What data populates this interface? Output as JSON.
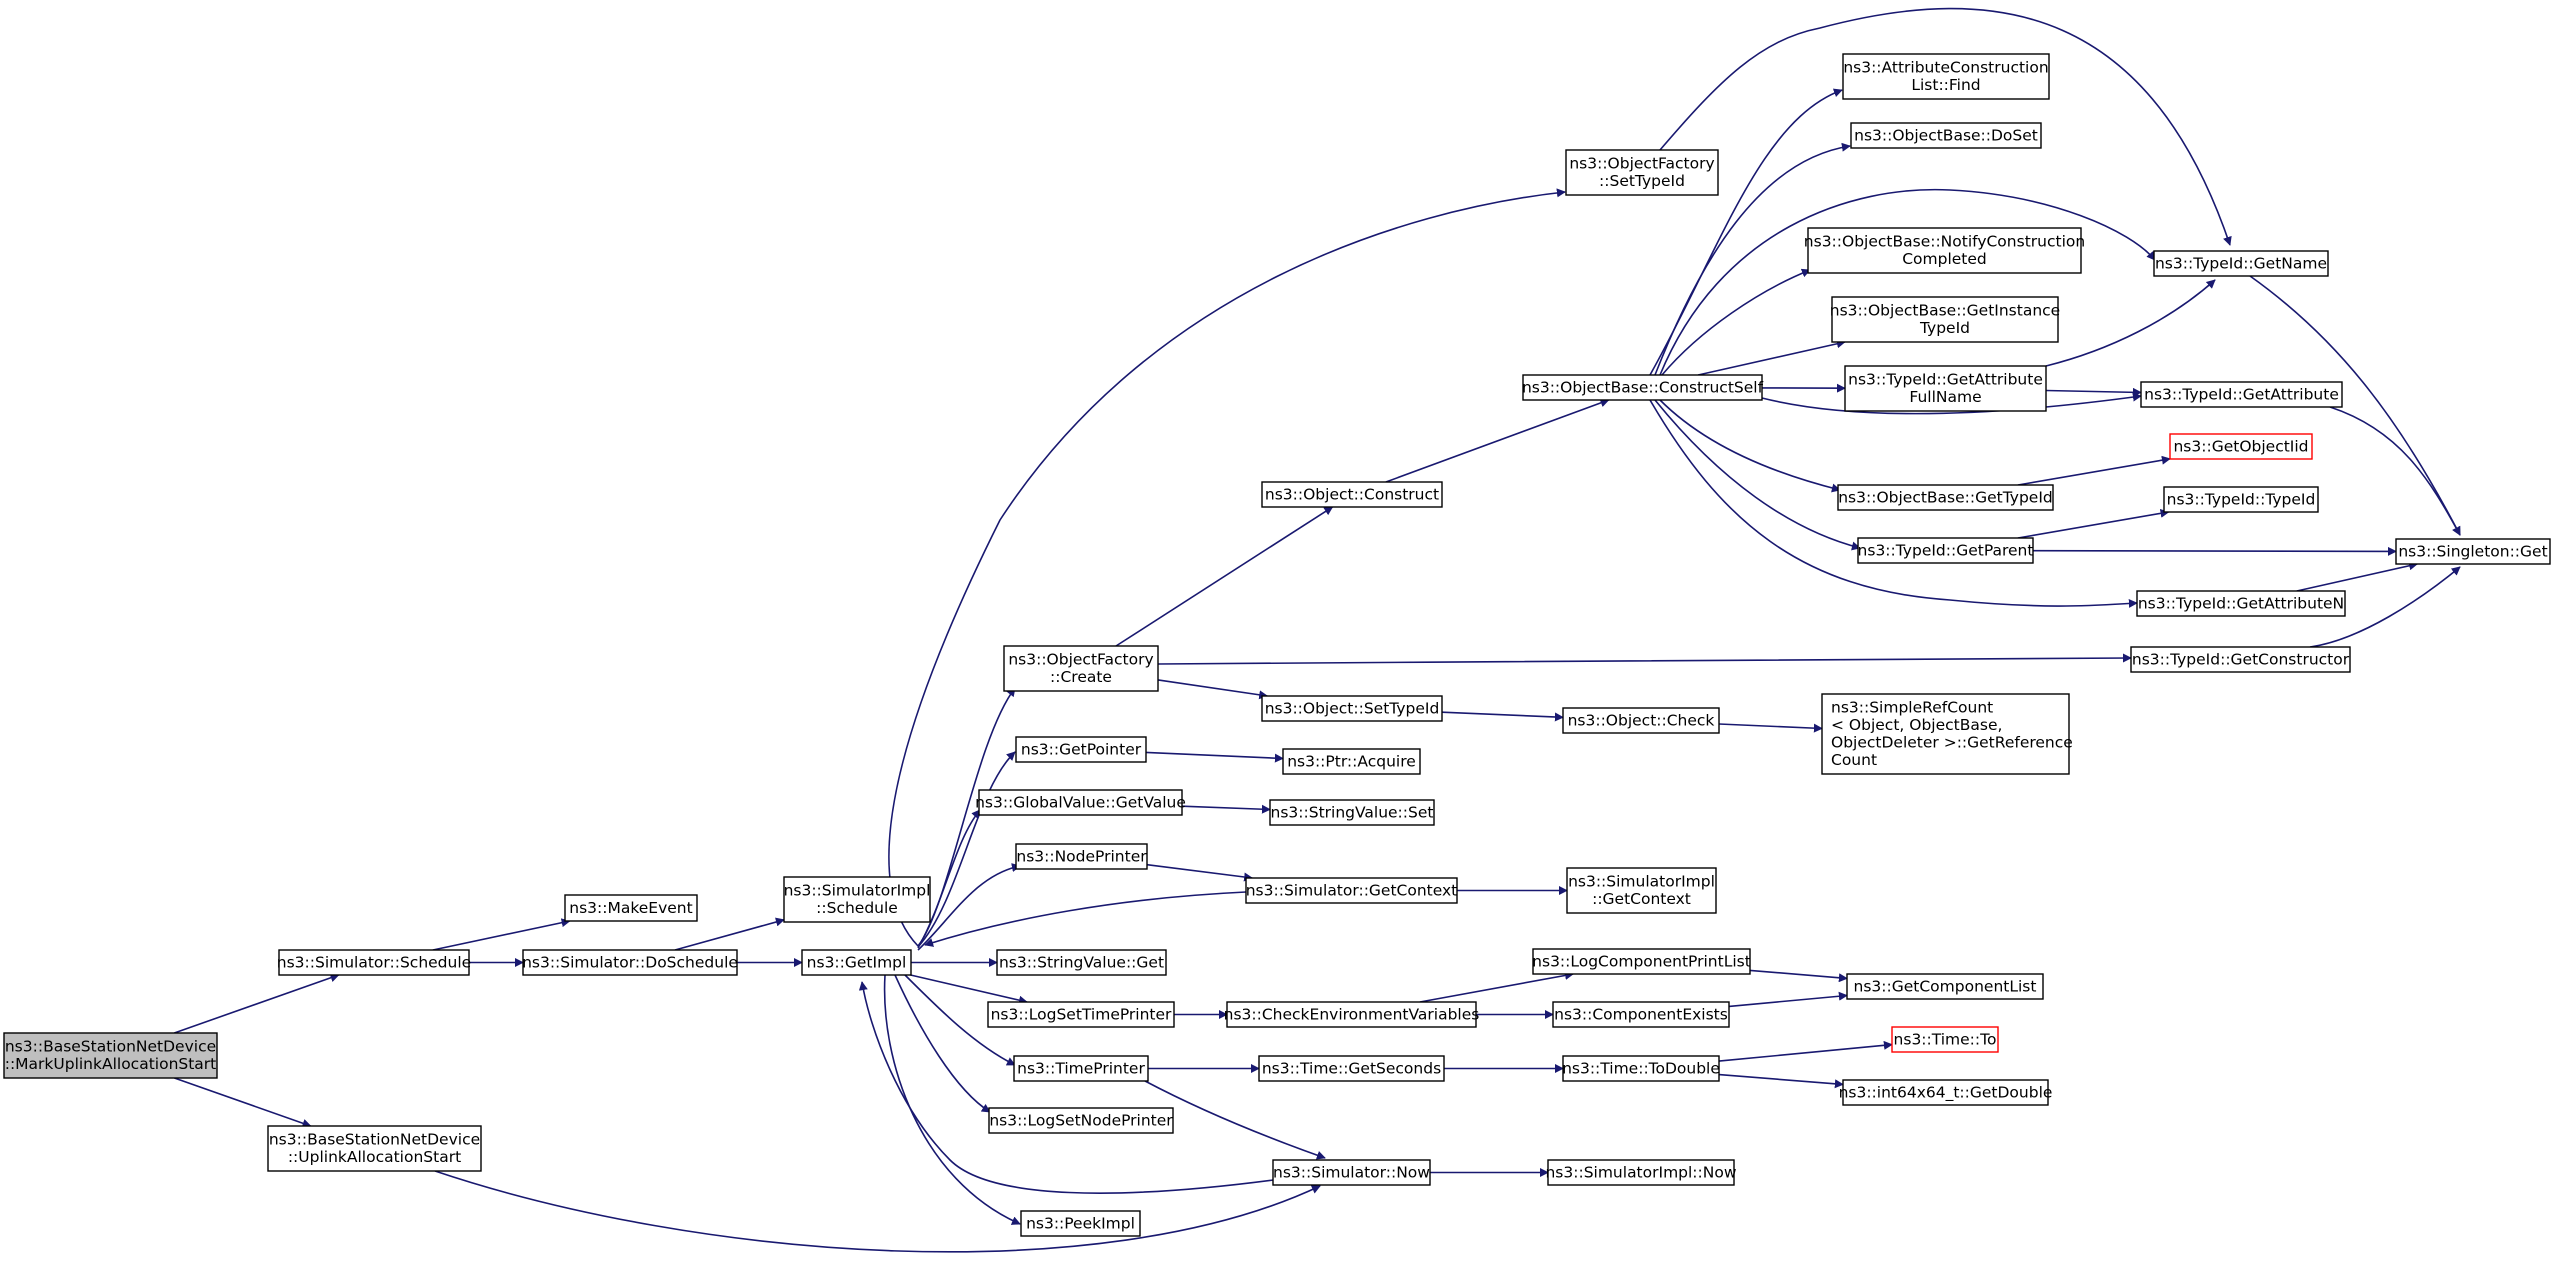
{
  "colors": {
    "edge": "#191970",
    "box_border": "#000000",
    "root_fill": "#bfbfbf",
    "truncated_border": "#ff0000",
    "background": "#ffffff"
  },
  "nodes": [
    {
      "id": "n0",
      "lines": [
        "ns3::BaseStationNetDevice",
        "::MarkUplinkAllocationStart"
      ],
      "style": "root"
    },
    {
      "id": "n1",
      "lines": [
        "ns3::Simulator::Schedule"
      ]
    },
    {
      "id": "n2",
      "lines": [
        "ns3::BaseStationNetDevice",
        "::UplinkAllocationStart"
      ]
    },
    {
      "id": "n3",
      "lines": [
        "ns3::MakeEvent"
      ]
    },
    {
      "id": "n4",
      "lines": [
        "ns3::Simulator::DoSchedule"
      ]
    },
    {
      "id": "n5",
      "lines": [
        "ns3::SimulatorImpl",
        "::Schedule"
      ]
    },
    {
      "id": "n6",
      "lines": [
        "ns3::GetImpl"
      ]
    },
    {
      "id": "n7",
      "lines": [
        "ns3::ObjectFactory",
        "::Create"
      ]
    },
    {
      "id": "n8",
      "lines": [
        "ns3::GetPointer"
      ]
    },
    {
      "id": "n9",
      "lines": [
        "ns3::GlobalValue::GetValue"
      ]
    },
    {
      "id": "n10",
      "lines": [
        "ns3::NodePrinter"
      ]
    },
    {
      "id": "n11",
      "lines": [
        "ns3::StringValue::Get"
      ]
    },
    {
      "id": "n12",
      "lines": [
        "ns3::LogSetTimePrinter"
      ]
    },
    {
      "id": "n13",
      "lines": [
        "ns3::TimePrinter"
      ]
    },
    {
      "id": "n14",
      "lines": [
        "ns3::LogSetNodePrinter"
      ]
    },
    {
      "id": "n15",
      "lines": [
        "ns3::PeekImpl"
      ]
    },
    {
      "id": "n16",
      "lines": [
        "ns3::ObjectFactory",
        "::SetTypeId"
      ]
    },
    {
      "id": "n17",
      "lines": [
        "ns3::Object::Construct"
      ]
    },
    {
      "id": "n18",
      "lines": [
        "ns3::Object::SetTypeId"
      ]
    },
    {
      "id": "n19",
      "lines": [
        "ns3::Ptr::Acquire"
      ]
    },
    {
      "id": "n20",
      "lines": [
        "ns3::StringValue::Set"
      ]
    },
    {
      "id": "n21",
      "lines": [
        "ns3::Simulator::GetContext"
      ]
    },
    {
      "id": "n22",
      "lines": [
        "ns3::CheckEnvironmentVariables"
      ]
    },
    {
      "id": "n23",
      "lines": [
        "ns3::Time::GetSeconds"
      ]
    },
    {
      "id": "n24",
      "lines": [
        "ns3::Simulator::Now"
      ]
    },
    {
      "id": "n25",
      "lines": [
        "ns3::ObjectBase::ConstructSelf"
      ]
    },
    {
      "id": "n26",
      "lines": [
        "ns3::Object::Check"
      ]
    },
    {
      "id": "n27",
      "lines": [
        "ns3::SimulatorImpl",
        "::GetContext"
      ]
    },
    {
      "id": "n28",
      "lines": [
        "ns3::LogComponentPrintList"
      ]
    },
    {
      "id": "n29",
      "lines": [
        "ns3::ComponentExists"
      ]
    },
    {
      "id": "n30",
      "lines": [
        "ns3::Time::ToDouble"
      ]
    },
    {
      "id": "n31",
      "lines": [
        "ns3::SimulatorImpl::Now"
      ]
    },
    {
      "id": "n32",
      "lines": [
        "ns3::AttributeConstruction",
        "List::Find"
      ]
    },
    {
      "id": "n33",
      "lines": [
        "ns3::ObjectBase::DoSet"
      ]
    },
    {
      "id": "n34",
      "lines": [
        "ns3::ObjectBase::NotifyConstruction",
        "Completed"
      ]
    },
    {
      "id": "n35",
      "lines": [
        "ns3::ObjectBase::GetInstance",
        "TypeId"
      ]
    },
    {
      "id": "n36",
      "lines": [
        "ns3::TypeId::GetAttribute",
        "FullName"
      ]
    },
    {
      "id": "n37",
      "lines": [
        "ns3::ObjectBase::GetTypeId"
      ]
    },
    {
      "id": "n38",
      "lines": [
        "ns3::TypeId::GetParent"
      ]
    },
    {
      "id": "n39",
      "lines": [
        "ns3::SimpleRefCount",
        "< Object, ObjectBase,",
        "ObjectDeleter >::GetReference",
        "Count"
      ],
      "align": "left"
    },
    {
      "id": "n40",
      "lines": [
        "ns3::GetComponentList"
      ]
    },
    {
      "id": "n41",
      "lines": [
        "ns3::Time::To"
      ],
      "style": "red"
    },
    {
      "id": "n42",
      "lines": [
        "ns3::int64x64_t::GetDouble"
      ]
    },
    {
      "id": "n43",
      "lines": [
        "ns3::TypeId::GetName"
      ]
    },
    {
      "id": "n44",
      "lines": [
        "ns3::TypeId::GetAttribute"
      ]
    },
    {
      "id": "n45",
      "lines": [
        "ns3::GetObjectIid"
      ],
      "style": "red"
    },
    {
      "id": "n46",
      "lines": [
        "ns3::TypeId::TypeId"
      ]
    },
    {
      "id": "n47",
      "lines": [
        "ns3::TypeId::GetAttributeN"
      ]
    },
    {
      "id": "n48",
      "lines": [
        "ns3::TypeId::GetConstructor"
      ]
    },
    {
      "id": "n49",
      "lines": [
        "ns3::Singleton::Get"
      ]
    }
  ],
  "edges": [
    [
      "n0",
      "n1"
    ],
    [
      "n0",
      "n2"
    ],
    [
      "n1",
      "n3"
    ],
    [
      "n1",
      "n4"
    ],
    [
      "n2",
      "n24"
    ],
    [
      "n4",
      "n5"
    ],
    [
      "n4",
      "n6"
    ],
    [
      "n6",
      "n7"
    ],
    [
      "n6",
      "n8"
    ],
    [
      "n6",
      "n9"
    ],
    [
      "n6",
      "n10"
    ],
    [
      "n6",
      "n11"
    ],
    [
      "n6",
      "n12"
    ],
    [
      "n6",
      "n13"
    ],
    [
      "n6",
      "n14"
    ],
    [
      "n6",
      "n15"
    ],
    [
      "n6",
      "n16"
    ],
    [
      "n21",
      "n6"
    ],
    [
      "n24",
      "n6"
    ],
    [
      "n7",
      "n17"
    ],
    [
      "n7",
      "n18"
    ],
    [
      "n7",
      "n48"
    ],
    [
      "n8",
      "n19"
    ],
    [
      "n9",
      "n20"
    ],
    [
      "n10",
      "n21"
    ],
    [
      "n21",
      "n27"
    ],
    [
      "n12",
      "n22"
    ],
    [
      "n22",
      "n28"
    ],
    [
      "n22",
      "n29"
    ],
    [
      "n13",
      "n23"
    ],
    [
      "n13",
      "n24"
    ],
    [
      "n23",
      "n30"
    ],
    [
      "n24",
      "n31"
    ],
    [
      "n16",
      "n43"
    ],
    [
      "n17",
      "n25"
    ],
    [
      "n18",
      "n26"
    ],
    [
      "n26",
      "n39"
    ],
    [
      "n28",
      "n40"
    ],
    [
      "n29",
      "n40"
    ],
    [
      "n30",
      "n41"
    ],
    [
      "n30",
      "n42"
    ],
    [
      "n25",
      "n32"
    ],
    [
      "n25",
      "n33"
    ],
    [
      "n25",
      "n43"
    ],
    [
      "n25",
      "n34"
    ],
    [
      "n25",
      "n35"
    ],
    [
      "n25",
      "n36"
    ],
    [
      "n25",
      "n44"
    ],
    [
      "n25",
      "n37"
    ],
    [
      "n25",
      "n38"
    ],
    [
      "n25",
      "n47"
    ],
    [
      "n36",
      "n43"
    ],
    [
      "n36",
      "n44"
    ],
    [
      "n37",
      "n45"
    ],
    [
      "n38",
      "n46"
    ],
    [
      "n38",
      "n49"
    ],
    [
      "n43",
      "n49"
    ],
    [
      "n44",
      "n49"
    ],
    [
      "n47",
      "n49"
    ],
    [
      "n48",
      "n49"
    ]
  ]
}
